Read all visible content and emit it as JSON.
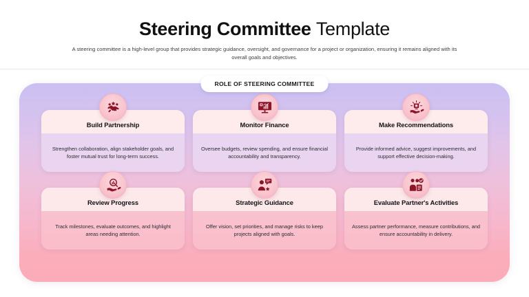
{
  "header": {
    "title_bold": "Steering Committee",
    "title_light": "Template",
    "subtitle": "A steering committee is a high-level group that provides strategic guidance, oversight, and governance for a project or organization, ensuring it remains aligned with its overall goals and objectives."
  },
  "section": {
    "badge_label": "ROLE OF STEERING COMMITTEE"
  },
  "colors": {
    "panel_gradient_top": "#cbc0f2",
    "panel_gradient_bottom": "#fcacb8",
    "card_head": "#fdeceb",
    "icon_ink": "#8c1528",
    "title_ink": "#131316",
    "badge_bg": "#ffffff"
  },
  "cards": [
    {
      "icon": "handshake-stars-icon",
      "title": "Build Partnership",
      "description": "Strengthen collaboration, align stakeholder goals, and foster mutual trust for long-term success."
    },
    {
      "icon": "monitor-chart-icon",
      "title": "Monitor Finance",
      "description": "Oversee budgets, review spending, and ensure financial accountability and transparency."
    },
    {
      "icon": "hand-lightbulb-icon",
      "title": "Make Recommendations",
      "description": "Provide informed advice, suggest improvements, and support effective decision-making."
    },
    {
      "icon": "hand-magnifier-chart-icon",
      "title": "Review Progress",
      "description": "Track milestones, evaluate outcomes, and highlight areas needing attention."
    },
    {
      "icon": "person-speech-bubble-icon",
      "title": "Strategic Guidance",
      "description": "Offer vision, set priorities, and manage risks to keep projects aligned with goals."
    },
    {
      "icon": "people-check-icon",
      "title": "Evaluate Partner's Activities",
      "description": "Assess partner performance, measure contributions, and ensure accountability in delivery."
    }
  ]
}
